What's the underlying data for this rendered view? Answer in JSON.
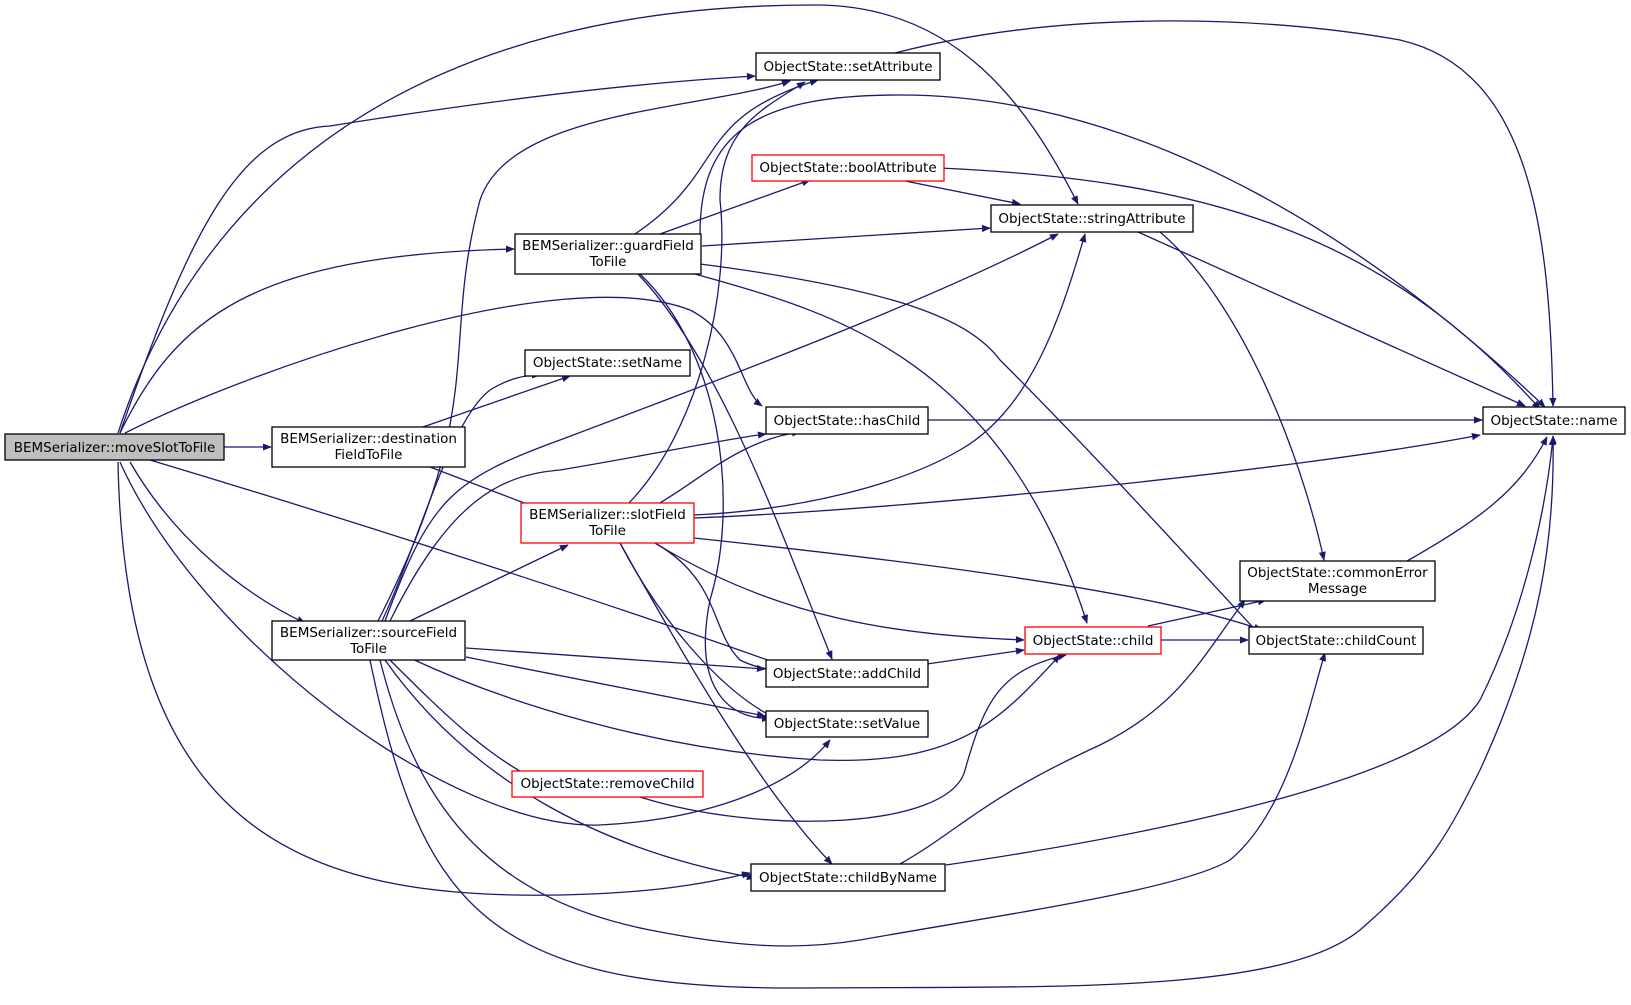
{
  "nodes": {
    "moveSlotToFile": {
      "lines": [
        "BEMSerializer::moveSlotToFile"
      ]
    },
    "destinationFieldToFile": {
      "lines": [
        "BEMSerializer::destination",
        "FieldToFile"
      ]
    },
    "sourceFieldToFile": {
      "lines": [
        "BEMSerializer::sourceField",
        "ToFile"
      ]
    },
    "guardFieldToFile": {
      "lines": [
        "BEMSerializer::guardField",
        "ToFile"
      ]
    },
    "slotFieldToFile": {
      "lines": [
        "BEMSerializer::slotField",
        "ToFile"
      ]
    },
    "setName": {
      "lines": [
        "ObjectState::setName"
      ]
    },
    "removeChild": {
      "lines": [
        "ObjectState::removeChild"
      ]
    },
    "setAttribute": {
      "lines": [
        "ObjectState::setAttribute"
      ]
    },
    "boolAttribute": {
      "lines": [
        "ObjectState::boolAttribute"
      ]
    },
    "hasChild": {
      "lines": [
        "ObjectState::hasChild"
      ]
    },
    "addChild": {
      "lines": [
        "ObjectState::addChild"
      ]
    },
    "setValue": {
      "lines": [
        "ObjectState::setValue"
      ]
    },
    "childByName": {
      "lines": [
        "ObjectState::childByName"
      ]
    },
    "stringAttribute": {
      "lines": [
        "ObjectState::stringAttribute"
      ]
    },
    "child": {
      "lines": [
        "ObjectState::child"
      ]
    },
    "commonErrorMessage": {
      "lines": [
        "ObjectState::commonError",
        "Message"
      ]
    },
    "childCount": {
      "lines": [
        "ObjectState::childCount"
      ]
    },
    "name": {
      "lines": [
        "ObjectState::name"
      ]
    }
  },
  "colors": {
    "edge": "#191970",
    "root_fill": "#bfbfbf",
    "node_border": "#000000",
    "incomplete_border": "#ff0000"
  }
}
